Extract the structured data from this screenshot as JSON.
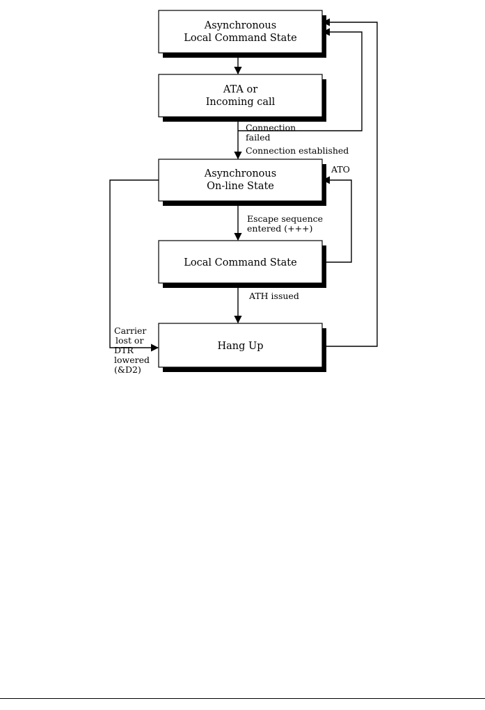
{
  "states": [
    {
      "id": "async-local",
      "lines": [
        "Asynchronous",
        "Local Command State"
      ]
    },
    {
      "id": "ata",
      "lines": [
        "ATA or",
        "Incoming call"
      ]
    },
    {
      "id": "async-online",
      "lines": [
        "Asynchronous",
        "On-line State"
      ]
    },
    {
      "id": "local-command",
      "lines": [
        "Local Command State"
      ]
    },
    {
      "id": "hang-up",
      "lines": [
        "Hang Up"
      ]
    }
  ],
  "transitions": [
    {
      "from": "ata",
      "to": "async-local",
      "lines": [
        "Connection",
        "failed"
      ]
    },
    {
      "from": "ata",
      "to": "async-online",
      "lines": [
        "Connection established"
      ]
    },
    {
      "from": "local-command",
      "to": "async-online",
      "lines": [
        "ATO"
      ]
    },
    {
      "from": "async-online",
      "to": "local-command",
      "lines": [
        "Escape sequence",
        "entered (+++)"
      ]
    },
    {
      "from": "local-command",
      "to": "hang-up",
      "lines": [
        "ATH issued"
      ]
    },
    {
      "from": "async-online",
      "to": "hang-up",
      "lines": [
        "Carrier",
        "lost or",
        "DTR",
        "lowered",
        "(&D2)"
      ]
    },
    {
      "from": "hang-up",
      "to": "async-local",
      "lines": []
    }
  ]
}
